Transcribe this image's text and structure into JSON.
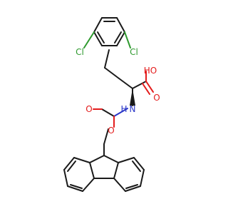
{
  "atoms": {
    "cl_left": "Cl",
    "cl_right": "Cl",
    "acid_oh": "HO",
    "acid_o": "O",
    "amide_n": "N",
    "amide_h": "H",
    "carbamate_o": "O",
    "ester_o": "O"
  },
  "colors": {
    "bond": "#1a1a1a",
    "oxygen": "#e31b1b",
    "nitrogen": "#2a36c8",
    "chlorine": "#2f9a2f"
  }
}
